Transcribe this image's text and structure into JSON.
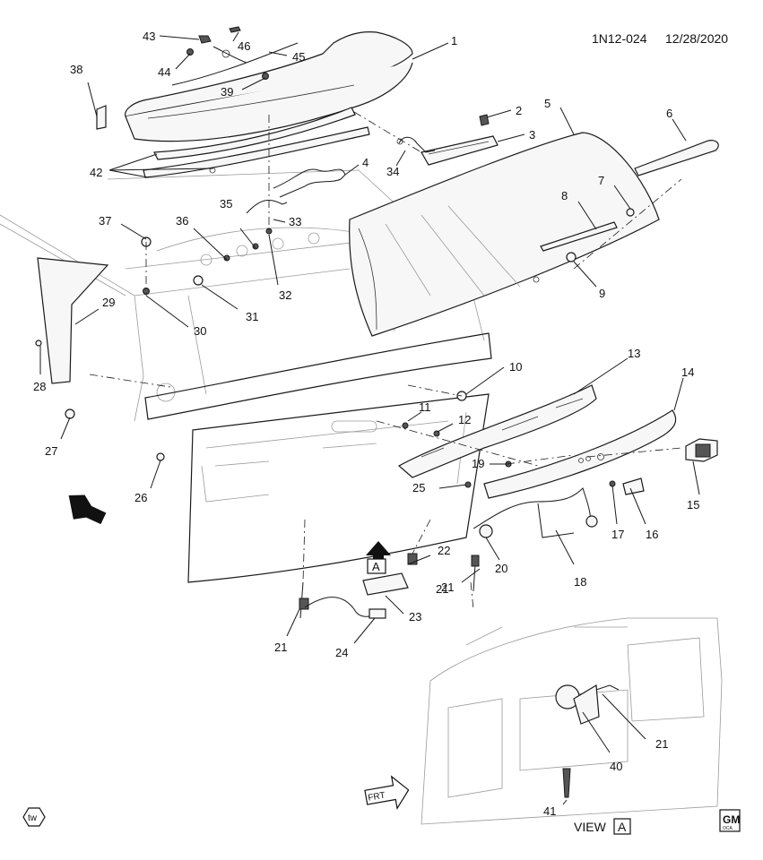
{
  "header": {
    "diagram_id": "1N12-024",
    "date": "12/28/2020"
  },
  "view_label": "VIEW",
  "view_letter": "A",
  "front_arrow_label": "FRT",
  "view_arrow_letter": "A",
  "tw_badge": "tw",
  "gm_logo": "GM",
  "gm_logo_sub": "OCA",
  "callouts": [
    "1",
    "2",
    "3",
    "4",
    "5",
    "6",
    "7",
    "8",
    "9",
    "10",
    "11",
    "12",
    "13",
    "14",
    "15",
    "16",
    "17",
    "18",
    "19",
    "20",
    "21",
    "22",
    "23",
    "24",
    "25",
    "26",
    "27",
    "28",
    "29",
    "30",
    "31",
    "32",
    "33",
    "34",
    "35",
    "36",
    "37",
    "38",
    "39",
    "40",
    "41",
    "42",
    "43",
    "44",
    "45",
    "46"
  ],
  "extra_callouts": {
    "c21b": "21",
    "c21c": "21"
  }
}
